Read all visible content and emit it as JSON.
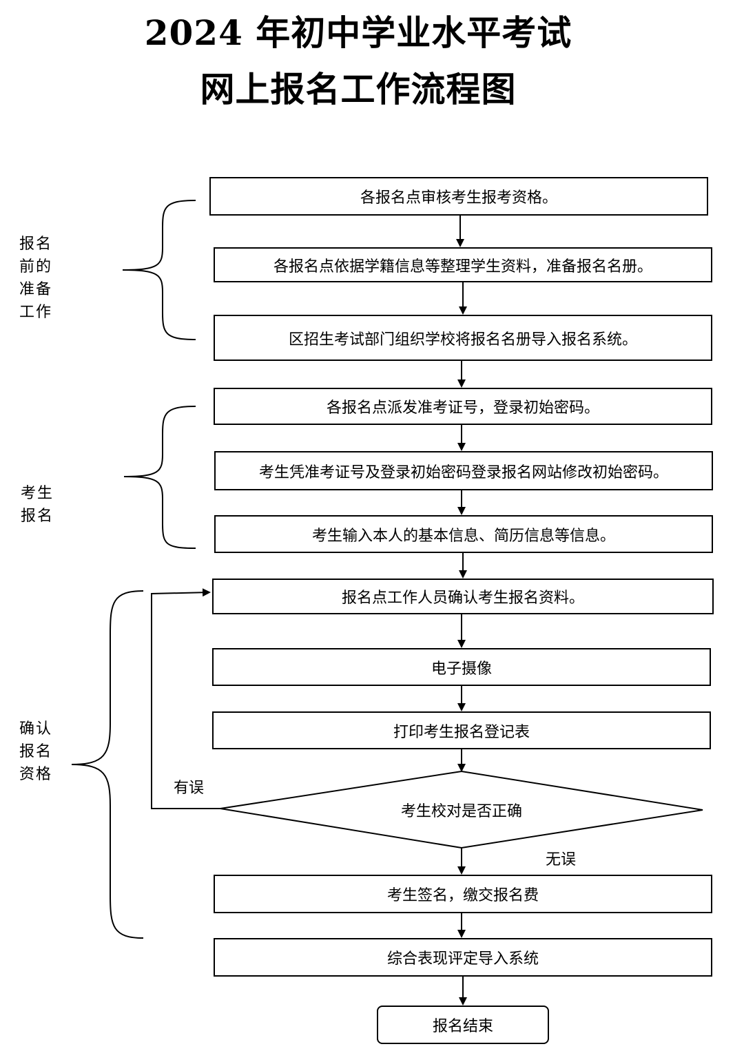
{
  "title": {
    "line1": "2024 年初中学业水平考试",
    "line2": "网上报名工作流程图"
  },
  "steps": [
    "各报名点审核考生报考资格。",
    "各报名点依据学籍信息等整理学生资料，准备报名名册。",
    "区招生考试部门组织学校将报名名册导入报名系统。",
    "各报名点派发准考证号，登录初始密码。",
    "考生凭准考证号及登录初始密码登录报名网站修改初始密码。",
    "考生输入本人的基本信息、简历信息等信息。",
    "报名点工作人员确认考生报名资料。",
    "电子摄像",
    "打印考生报名登记表",
    "考生签名，缴交报名费",
    "综合表现评定导入系统"
  ],
  "decision": {
    "label": "考生校对是否正确",
    "no_branch": "有误",
    "yes_branch": "无误"
  },
  "end": "报名结束",
  "phases": [
    "报名前的准备工作",
    "考生报名",
    "确认报名资格"
  ]
}
